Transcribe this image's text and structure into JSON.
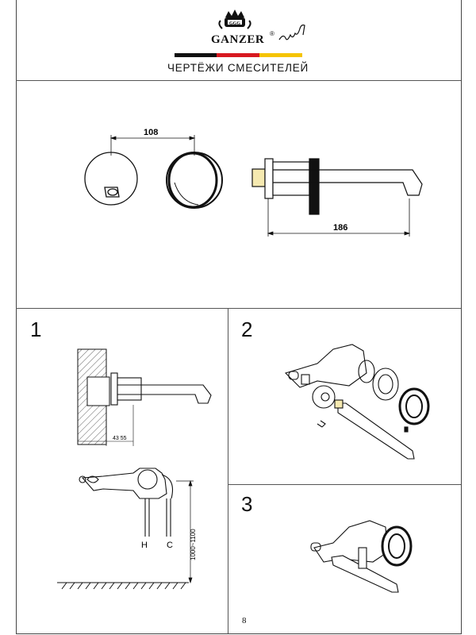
{
  "header": {
    "brand": "GANZER",
    "registered": "®",
    "subtitle": "ЧЕРТЁЖИ СМЕСИТЕЛЕЙ",
    "logo_icon": "crown-crest-icon",
    "signature_icon": "signature-icon",
    "flag_colors": [
      "#111111",
      "#d71920",
      "#f5c400"
    ]
  },
  "dimensions": {
    "width_label": "108",
    "spout_label": "186"
  },
  "steps": {
    "step1": {
      "number": "1",
      "wall_depth_label": "43  55",
      "hot_label": "H",
      "cold_label": "C",
      "height_label": "1000~1100"
    },
    "step2": {
      "number": "2"
    },
    "step3": {
      "number": "3"
    }
  },
  "footer": {
    "page_number": "8"
  }
}
